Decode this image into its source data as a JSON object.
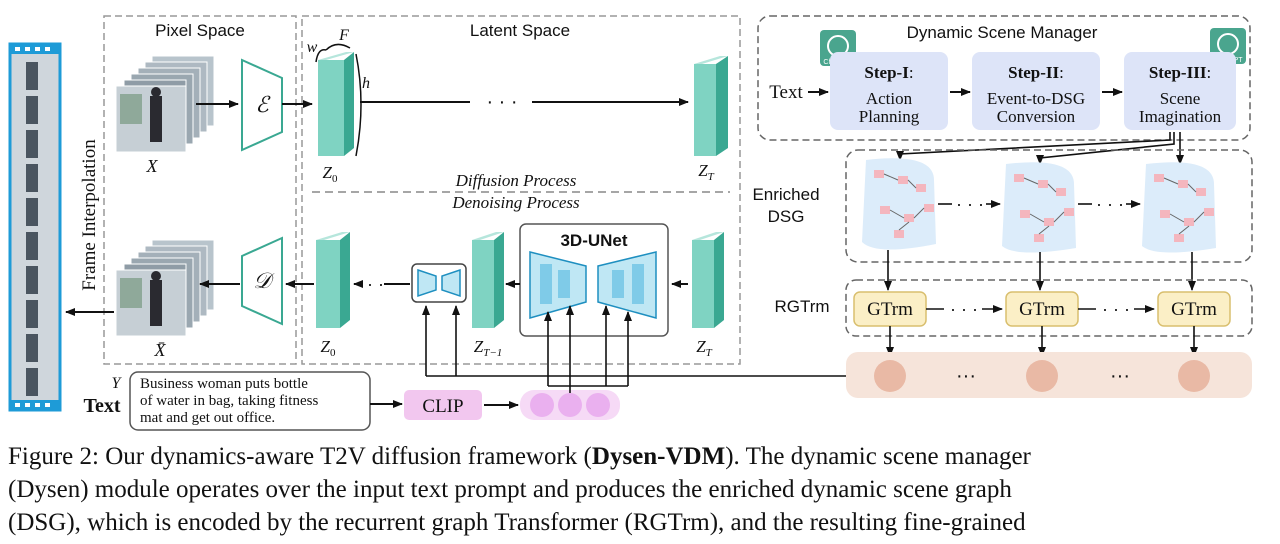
{
  "panels": {
    "pixel_space": "Pixel Space",
    "latent_space": "Latent Space",
    "dsm_title": "Dynamic Scene Manager"
  },
  "sidebar": {
    "frame_interpolation": "Frame Interpolation"
  },
  "pixel": {
    "x_label": "X",
    "x_bar_label": "X̄",
    "encoder_symbol": "ℰ",
    "decoder_symbol": "𝒟"
  },
  "latent": {
    "w": "w",
    "f": "F",
    "h": "h",
    "z0": "Z",
    "z0_sub": "0",
    "zt": "Z",
    "zt_sub": "T",
    "z0_bottom": "Z",
    "z0_bottom_sub": "0",
    "ztm1": "Z",
    "ztm1_sub": "T−1",
    "zt_bottom": "Z",
    "zt_bottom_sub": "T",
    "diffusion": "Diffusion Process",
    "denoising": "Denoising Process",
    "ellipsis": "· · ·",
    "unet": "3D-UNet"
  },
  "dsm": {
    "text_label": "Text",
    "chatgpt": "ChatGPT",
    "steps": [
      {
        "title": "Step-I",
        "line1": "Action",
        "line2": "Planning"
      },
      {
        "title": "Step-II",
        "line1": "Event-to-DSG",
        "line2": "Conversion"
      },
      {
        "title": "Step-III",
        "line1": "Scene",
        "line2": "Imagination"
      }
    ]
  },
  "graph": {
    "enriched_line1": "Enriched",
    "enriched_line2": "DSG",
    "rgtrm": "RGTrm",
    "gtrm": "GTrm",
    "dots": "· · ·",
    "out_dots": "···"
  },
  "input": {
    "y_label": "Y",
    "text_label": "Text",
    "prompt_lines": [
      "Business woman puts bottle",
      "of water in bag, taking fitness",
      "mat and get out office."
    ],
    "clip": "CLIP"
  },
  "caption": {
    "line1_pre": "Figure 2: Our dynamics-aware T2V diffusion framework (",
    "line1_bold": "Dysen-VDM",
    "line1_post": "). The dynamic scene manager",
    "line2": "(Dysen) module operates over the input text prompt and produces the enriched dynamic scene graph",
    "line3": "(DSG), which is encoded by the recurrent graph Transformer (RGTrm), and the resulting fine-grained"
  },
  "colors": {
    "teal": "#7fd3c2",
    "teal_dark": "#3aa892",
    "step_box": "#dde4f8",
    "dsg_bg": "#dcecfa",
    "node_pink": "#f4b6be",
    "gtrm_fill": "#fbefc6",
    "gtrm_stroke": "#d9bf6e",
    "out_band": "#f6e4da",
    "out_node": "#e9b9a5",
    "clip_fill": "#f2c7ef",
    "emb_fill": "#eab0ef",
    "unet_fill": "#bfe7f4",
    "chatgpt": "#4aa58e"
  }
}
